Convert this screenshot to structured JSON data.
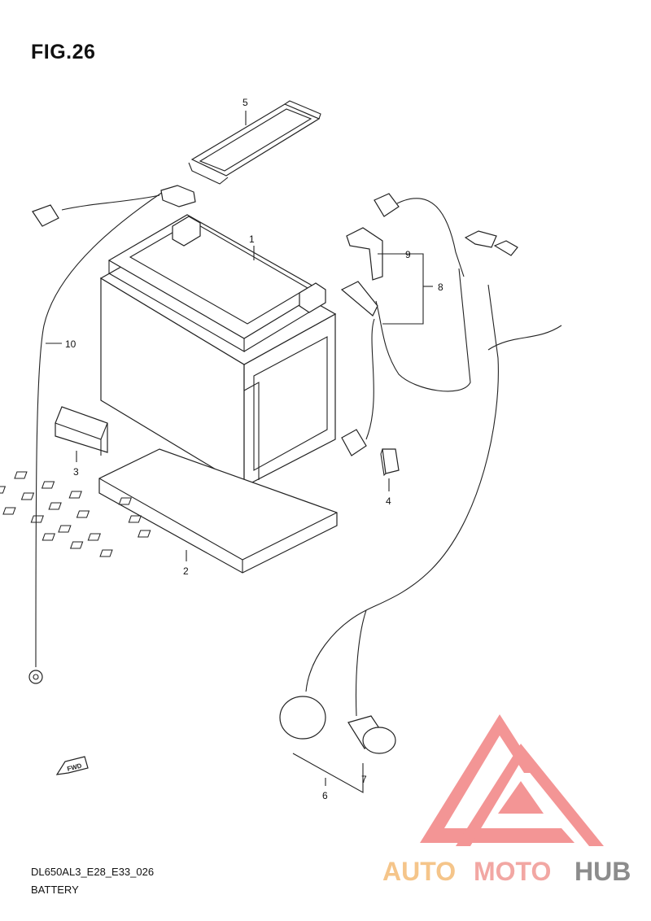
{
  "header": {
    "figure": "FIG.26"
  },
  "footer": {
    "code": "DL650AL3_E28_E33_026",
    "name": "BATTERY"
  },
  "parts": {
    "p1": "1",
    "p2": "2",
    "p3": "3",
    "p4": "4",
    "p5": "5",
    "p6": "6",
    "p7": "7",
    "p8": "8",
    "p9": "9",
    "p10": "10"
  },
  "fwd_label": "FWD",
  "watermark": {
    "part_a": "AUTO",
    "part_b": "MOTO",
    "part_c": "HUB",
    "colors": {
      "auto": "#f5c58a",
      "moto": "#f2a7a3",
      "hub": "#8c8c8c",
      "logo": "#f28a8a"
    }
  }
}
